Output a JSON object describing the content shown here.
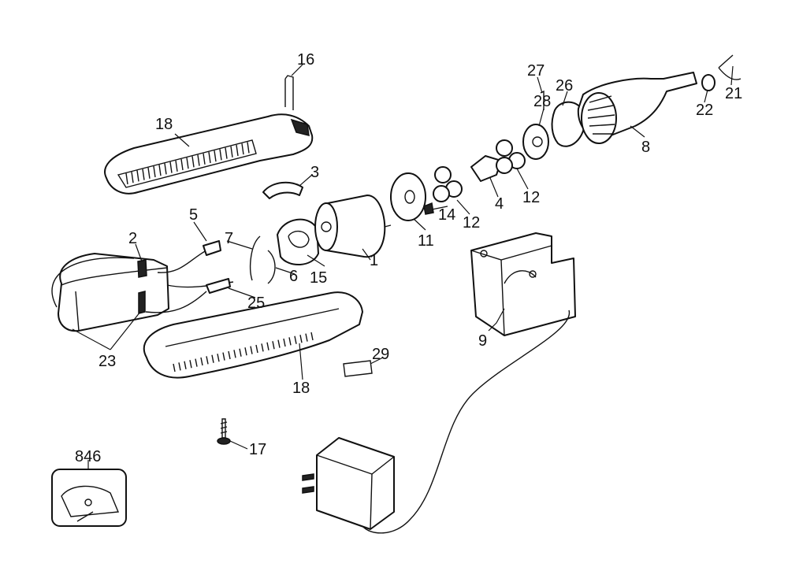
{
  "diagram": {
    "type": "exploded parts diagram",
    "part_labels": [
      "16",
      "18",
      "3",
      "5",
      "7",
      "2",
      "6",
      "15",
      "1",
      "11",
      "14",
      "12",
      "4",
      "12",
      "28",
      "27",
      "26",
      "8",
      "22",
      "21",
      "25",
      "23",
      "9",
      "29",
      "18",
      "17",
      "846"
    ]
  }
}
